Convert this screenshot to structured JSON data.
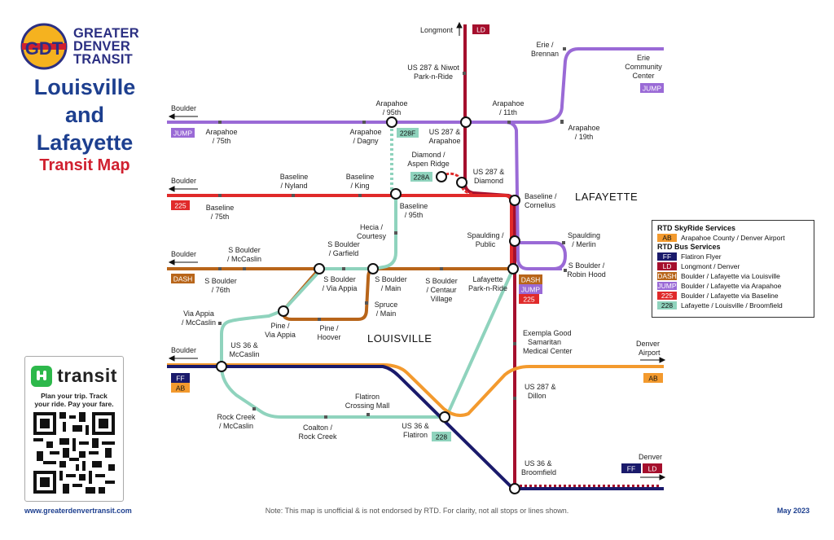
{
  "brand": {
    "logo_line1": "GREATER",
    "logo_line2": "DENVER",
    "logo_line3": "TRANSIT",
    "logo_mark": "GDT",
    "title_line1": "Louisville",
    "title_line2": "and",
    "title_line3": "Lafayette",
    "subtitle": "Transit Map"
  },
  "promo": {
    "app_name": "transit",
    "line1": "Plan your trip. Track",
    "line2": "your ride. Pay your fare."
  },
  "footer": {
    "url": "www.greaterdenvertransit.com",
    "note": "Note: This map is unofficial & is not endorsed by RTD. For clarity, not all stops or lines shown.",
    "date": "May 2023"
  },
  "areas": {
    "lafayette": "LAFAYETTE",
    "louisville": "LOUISVILLE"
  },
  "directions": {
    "boulder": "Boulder",
    "longmont": "Longmont",
    "denver_airport_1": "Denver",
    "denver_airport_2": "Airport",
    "denver": "Denver"
  },
  "stops": {
    "erie_brennan": [
      "Erie /",
      "Brennan"
    ],
    "erie_cc": [
      "Erie",
      "Community",
      "Center"
    ],
    "us287_niwot": [
      "US 287 & Niwot",
      "Park-n-Ride"
    ],
    "arapahoe_95th": [
      "Arapahoe",
      "/ 95th"
    ],
    "arapahoe_11th": [
      "Arapahoe",
      "/ 11th"
    ],
    "arapahoe_75th": [
      "Arapahoe",
      "/ 75th"
    ],
    "arapahoe_dagny": [
      "Arapahoe",
      "/ Dagny"
    ],
    "us287_arapahoe": [
      "US 287 &",
      "Arapahoe"
    ],
    "arapahoe_19th": [
      "Arapahoe",
      "/ 19th"
    ],
    "diamond_aspen": [
      "Diamond /",
      "Aspen Ridge"
    ],
    "us287_diamond": [
      "US 287 &",
      "Diamond"
    ],
    "baseline_nyland": [
      "Baseline",
      "/ Nyland"
    ],
    "baseline_king": [
      "Baseline",
      "/ King"
    ],
    "baseline_cornelius": [
      "Baseline /",
      "Cornelius"
    ],
    "baseline_75th": [
      "Baseline",
      "/ 75th"
    ],
    "baseline_95th": [
      "Baseline",
      "/ 95th"
    ],
    "hecla_courtesy": [
      "Hecia /",
      "Courtesy"
    ],
    "spaulding_public": [
      "Spaulding /",
      "Public"
    ],
    "spaulding_merlin": [
      "Spaulding",
      "/ Merlin"
    ],
    "sboulder_mccaslin": [
      "S Boulder",
      "/ McCaslin"
    ],
    "sboulder_garfield": [
      "S Boulder",
      "/ Garfield"
    ],
    "sboulder_robinhood": [
      "S Boulder /",
      "Robin Hood"
    ],
    "sboulder_76th": [
      "S Boulder",
      "/ 76th"
    ],
    "sboulder_viaappia": [
      "S Boulder",
      "/ Via Appia"
    ],
    "sboulder_main": [
      "S Boulder",
      "/ Main"
    ],
    "sboulder_centaur": [
      "S Boulder",
      "/ Centaur",
      "Village"
    ],
    "lafayette_pnr": [
      "Lafayette",
      "Park-n-Ride"
    ],
    "spruce_main": [
      "Spruce",
      "/ Main"
    ],
    "viaappia_mccaslin": [
      "Via Appia",
      "/ McCaslin"
    ],
    "pine_viaappia": [
      "Pine /",
      "Via Appia"
    ],
    "pine_hoover": [
      "Pine /",
      "Hoover"
    ],
    "us36_mccaslin": [
      "US 36 &",
      "McCaslin"
    ],
    "exempla": [
      "Exempla Good",
      "Samaritan",
      "Medical Center"
    ],
    "us287_dillon": [
      "US 287 &",
      "Dillon"
    ],
    "rockcreek_mccaslin": [
      "Rock Creek",
      "/ McCaslin"
    ],
    "flatiron_mall": [
      "Flatiron",
      "Crossing Mall"
    ],
    "coalton_rockcreek": [
      "Coalton /",
      "Rock Creek"
    ],
    "us36_flatiron": [
      "US 36 &",
      "Flatiron"
    ],
    "us36_broomfield": [
      "US 36 &",
      "Broomfield"
    ]
  },
  "badges": {
    "ld": "LD",
    "jump": "JUMP",
    "b225": "225",
    "dash": "DASH",
    "ff": "FF",
    "ab": "AB",
    "b228": "228",
    "b228f": "228F",
    "b228a": "228A"
  },
  "colors": {
    "jump": "#9a6ad6",
    "b225": "#e02a2a",
    "dash": "#b8651a",
    "b228": "#8fd3bd",
    "ab": "#f39a2e",
    "ff": "#1a1a6b",
    "ld": "#a50f2d"
  },
  "legend": {
    "skyride_header": "RTD SkyRide Services",
    "bus_header": "RTD Bus Services",
    "rows": [
      {
        "code": "AB",
        "text": "Arapahoe County / Denver Airport"
      },
      {
        "code": "FF",
        "text": "Flatiron Flyer"
      },
      {
        "code": "LD",
        "text": "Longmont / Denver"
      },
      {
        "code": "DASH",
        "text": "Boulder / Lafayette via Louisville"
      },
      {
        "code": "JUMP",
        "text": "Boulder / Lafayette via Arapahoe"
      },
      {
        "code": "225",
        "text": "Boulder / Lafayette via Baseline"
      },
      {
        "code": "228",
        "text": "Lafayette / Louisville / Broomfield"
      }
    ]
  }
}
